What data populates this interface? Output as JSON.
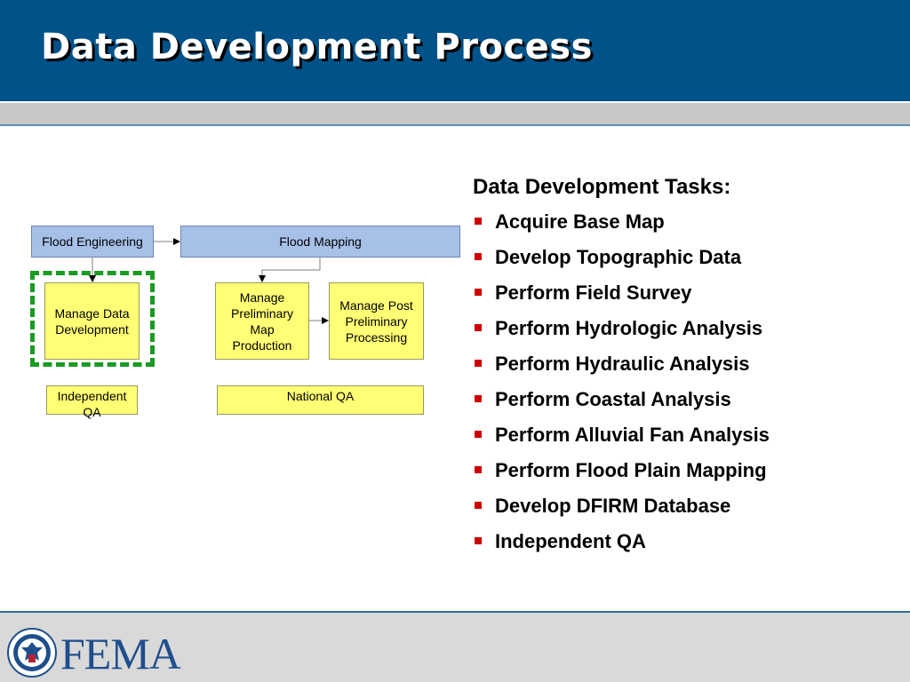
{
  "slide": {
    "title": "Data Development Process"
  },
  "diagram": {
    "boxes": {
      "flood_engineering": "Flood Engineering",
      "flood_mapping": "Flood Mapping",
      "manage_data_development": "Manage Data\nDevelopment",
      "manage_preliminary_map_production": "Manage\nPreliminary\nMap\nProduction",
      "manage_post_preliminary_processing": "Manage Post\nPreliminary\nProcessing",
      "independent_qa": "Independent\nQA",
      "national_qa": "National QA"
    }
  },
  "tasks": {
    "heading": "Data Development Tasks:",
    "items": [
      "Acquire Base Map",
      "Develop Topographic Data",
      "Perform Field Survey",
      "Perform Hydrologic Analysis",
      "Perform Hydraulic Analysis",
      "Perform Coastal Analysis",
      "Perform Alluvial Fan Analysis",
      "Perform Flood Plain Mapping",
      "Develop DFIRM Database",
      "Independent QA"
    ]
  },
  "footer": {
    "logo_text": "FEMA",
    "seal_icon": "dhs-seal-icon"
  },
  "colors": {
    "header_blue": "#005288",
    "process_box_blue": "#a7c0e8",
    "task_box_yellow": "#ffff75",
    "highlight_green": "#1a9b22",
    "bullet_red": "#cc0000",
    "fema_blue": "#1f4e8c"
  }
}
